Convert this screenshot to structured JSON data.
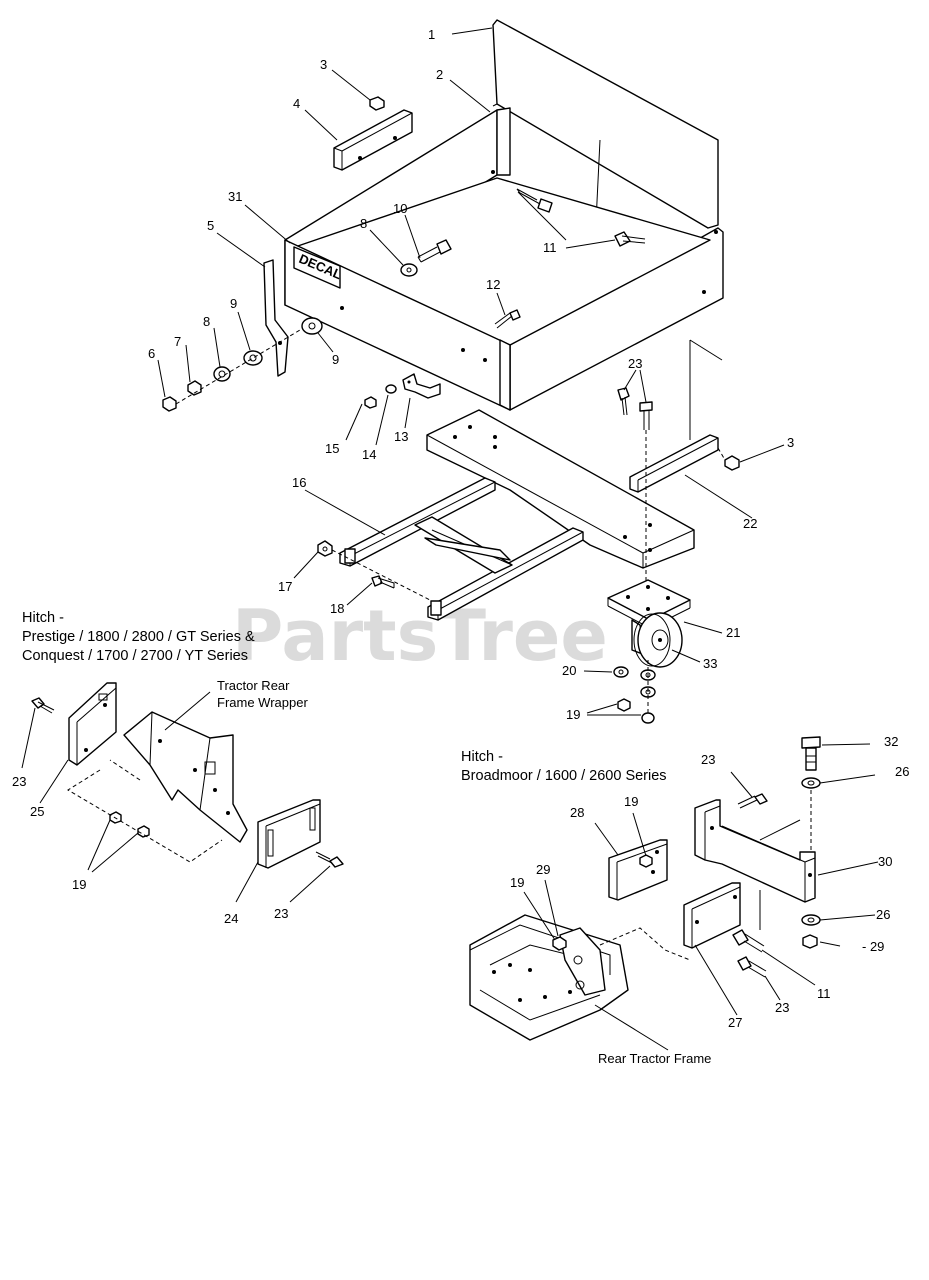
{
  "watermark": "PartsTree",
  "decal_text": "DECAL",
  "captions": {
    "hitch_a": [
      "Hitch -",
      "Prestige / 1800 / 2800 / GT Series &",
      "Conquest / 1700 / 2700 / YT Series"
    ],
    "hitch_b": [
      "Hitch -",
      "Broadmoor / 1600 / 2600 Series"
    ],
    "tractor_rear_frame_wrapper": [
      "Tractor Rear",
      "Frame Wrapper"
    ],
    "rear_tractor_frame": "Rear Tractor Frame"
  },
  "callouts": [
    {
      "id": "c1",
      "text": "1"
    },
    {
      "id": "c2",
      "text": "2"
    },
    {
      "id": "c3a",
      "text": "3"
    },
    {
      "id": "c4",
      "text": "4"
    },
    {
      "id": "c31",
      "text": "31"
    },
    {
      "id": "c5",
      "text": "5"
    },
    {
      "id": "c10",
      "text": "10"
    },
    {
      "id": "c8a",
      "text": "8"
    },
    {
      "id": "c11a",
      "text": "11"
    },
    {
      "id": "c12",
      "text": "12"
    },
    {
      "id": "c9a",
      "text": "9"
    },
    {
      "id": "c8b",
      "text": "8"
    },
    {
      "id": "c7",
      "text": "7"
    },
    {
      "id": "c6",
      "text": "6"
    },
    {
      "id": "c9b",
      "text": "9"
    },
    {
      "id": "c15",
      "text": "15"
    },
    {
      "id": "c14",
      "text": "14"
    },
    {
      "id": "c13",
      "text": "13"
    },
    {
      "id": "c23a",
      "text": "23"
    },
    {
      "id": "c3b",
      "text": "3"
    },
    {
      "id": "c22",
      "text": "22"
    },
    {
      "id": "c16",
      "text": "16"
    },
    {
      "id": "c17",
      "text": "17"
    },
    {
      "id": "c18",
      "text": "18"
    },
    {
      "id": "c21",
      "text": "21"
    },
    {
      "id": "c20",
      "text": "20"
    },
    {
      "id": "c33",
      "text": "33"
    },
    {
      "id": "c19a",
      "text": "19"
    },
    {
      "id": "c23b",
      "text": "23"
    },
    {
      "id": "c25",
      "text": "25"
    },
    {
      "id": "c19b",
      "text": "19"
    },
    {
      "id": "c24",
      "text": "24"
    },
    {
      "id": "c23c",
      "text": "23"
    },
    {
      "id": "c23d",
      "text": "23"
    },
    {
      "id": "c32",
      "text": "32"
    },
    {
      "id": "c26a",
      "text": "26"
    },
    {
      "id": "c28",
      "text": "28"
    },
    {
      "id": "c19c",
      "text": "19"
    },
    {
      "id": "c30",
      "text": "30"
    },
    {
      "id": "c29a",
      "text": "29"
    },
    {
      "id": "c19d",
      "text": "19"
    },
    {
      "id": "c26b",
      "text": "26"
    },
    {
      "id": "c29b",
      "text": "- 29"
    },
    {
      "id": "c11b",
      "text": "11"
    },
    {
      "id": "c23e",
      "text": "23"
    },
    {
      "id": "c27",
      "text": "27"
    }
  ]
}
